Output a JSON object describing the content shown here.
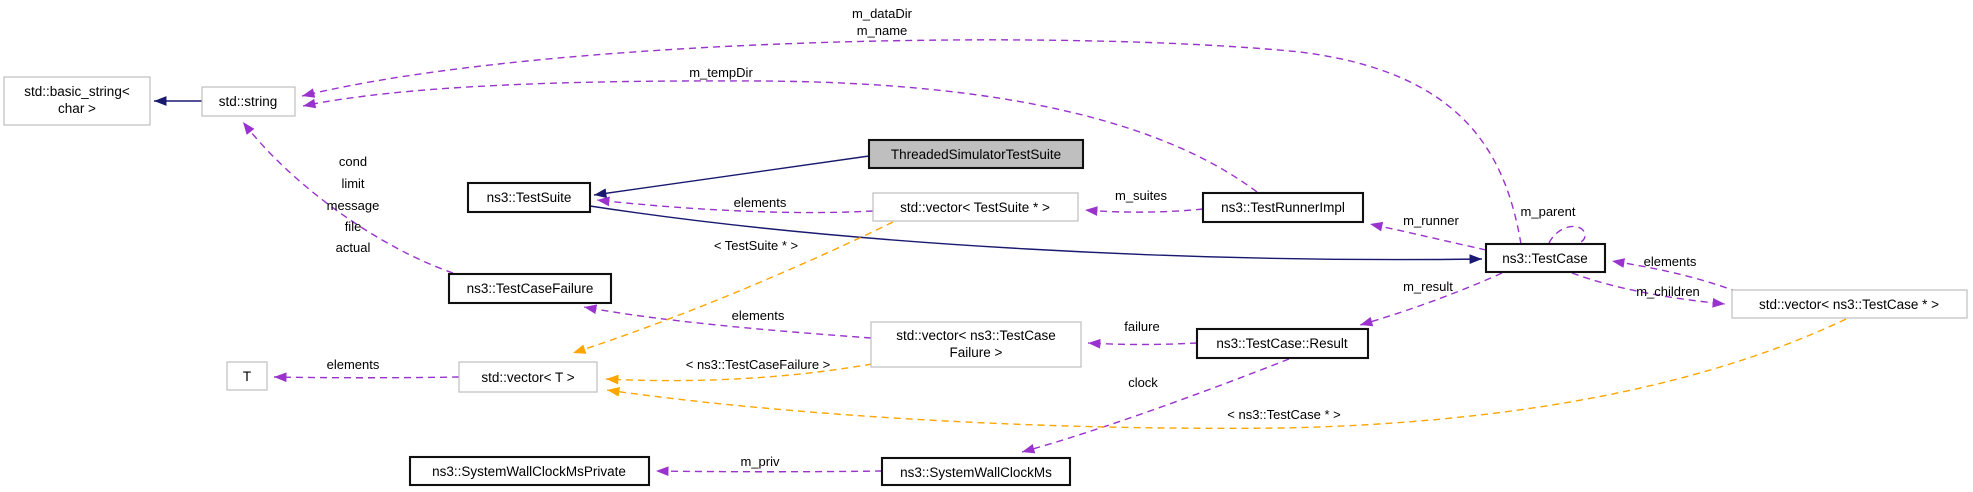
{
  "diagram": {
    "kind": "doxygen-collaboration-graph",
    "focus_class": "ThreadedSimulatorTestSuite",
    "colors": {
      "inheritance_edge": "#191970",
      "usage_edge": "#9a32cd",
      "template_edge": "#ffa500",
      "focus_node_fill": "#bfbfbf",
      "ns3_node_border": "#000000",
      "external_node_border": "#bfbfbf",
      "background": "#ffffff"
    }
  },
  "nodes": {
    "basic_string": {
      "lines": [
        "std::basic_string<",
        "char >"
      ]
    },
    "std_string": {
      "label": "std::string"
    },
    "test_suite": {
      "label": "ns3::TestSuite"
    },
    "threaded_simulator_test_suite": {
      "label": "ThreadedSimulatorTestSuite"
    },
    "vector_test_suite": {
      "label": "std::vector< TestSuite * >"
    },
    "test_runner_impl": {
      "label": "ns3::TestRunnerImpl"
    },
    "test_case": {
      "label": "ns3::TestCase"
    },
    "vector_test_case": {
      "label": "std::vector< ns3::TestCase * >"
    },
    "test_case_failure": {
      "label": "ns3::TestCaseFailure"
    },
    "vector_test_case_failure": {
      "lines": [
        "std::vector< ns3::TestCase",
        "Failure >"
      ]
    },
    "test_case_result": {
      "label": "ns3::TestCase::Result"
    },
    "t": {
      "label": "T"
    },
    "vector_t": {
      "label": "std::vector< T >"
    },
    "system_wall_clock_ms_private": {
      "label": "ns3::SystemWallClockMsPrivate"
    },
    "system_wall_clock_ms": {
      "label": "ns3::SystemWallClockMs"
    }
  },
  "labels": {
    "m_dataDir": "m_dataDir",
    "m_name": "m_name",
    "m_tempDir": "m_tempDir",
    "cond": "cond",
    "limit": "limit",
    "message": "message",
    "file": "file",
    "actual": "actual",
    "elements": "elements",
    "m_suites": "m_suites",
    "m_runner": "m_runner",
    "m_parent": "m_parent",
    "m_children": "m_children",
    "m_result": "m_result",
    "failure": "failure",
    "clock": "clock",
    "m_priv": "m_priv",
    "tmpl_test_suite": "< TestSuite * >",
    "tmpl_test_case_failure": "< ns3::TestCaseFailure >",
    "tmpl_test_case": "< ns3::TestCase * >"
  },
  "edges": [
    {
      "from": "ThreadedSimulatorTestSuite",
      "to": "ns3::TestSuite",
      "kind": "inheritance"
    },
    {
      "from": "ns3::TestSuite",
      "to": "ns3::TestCase",
      "kind": "inheritance"
    },
    {
      "from": "std::string",
      "to": "std::basic_string< char >",
      "kind": "inheritance"
    },
    {
      "from": "ns3::TestCase",
      "to": "std::string",
      "kind": "usage",
      "label": "m_dataDir m_name"
    },
    {
      "from": "ns3::TestRunnerImpl",
      "to": "std::string",
      "kind": "usage",
      "label": "m_tempDir"
    },
    {
      "from": "ns3::TestCaseFailure",
      "to": "std::string",
      "kind": "usage",
      "label": "cond limit message file actual"
    },
    {
      "from": "std::vector< TestSuite * >",
      "to": "ns3::TestSuite",
      "kind": "usage",
      "label": "elements"
    },
    {
      "from": "ns3::TestRunnerImpl",
      "to": "std::vector< TestSuite * >",
      "kind": "usage",
      "label": "m_suites"
    },
    {
      "from": "ns3::TestCase",
      "to": "ns3::TestRunnerImpl",
      "kind": "usage",
      "label": "m_runner"
    },
    {
      "from": "ns3::TestCase",
      "to": "ns3::TestCase",
      "kind": "usage",
      "label": "m_parent"
    },
    {
      "from": "std::vector< ns3::TestCase * >",
      "to": "ns3::TestCase",
      "kind": "usage",
      "label": "elements"
    },
    {
      "from": "ns3::TestCase",
      "to": "std::vector< ns3::TestCase * >",
      "kind": "usage",
      "label": "m_children"
    },
    {
      "from": "ns3::TestCase",
      "to": "ns3::TestCase::Result",
      "kind": "usage",
      "label": "m_result"
    },
    {
      "from": "ns3::TestCase::Result",
      "to": "std::vector< ns3::TestCaseFailure >",
      "kind": "usage",
      "label": "failure"
    },
    {
      "from": "std::vector< ns3::TestCaseFailure >",
      "to": "ns3::TestCaseFailure",
      "kind": "usage",
      "label": "elements"
    },
    {
      "from": "ns3::TestCase::Result",
      "to": "ns3::SystemWallClockMs",
      "kind": "usage",
      "label": "clock"
    },
    {
      "from": "ns3::SystemWallClockMs",
      "to": "ns3::SystemWallClockMsPrivate",
      "kind": "usage",
      "label": "m_priv"
    },
    {
      "from": "std::vector< T >",
      "to": "T",
      "kind": "usage",
      "label": "elements"
    },
    {
      "from": "std::vector< TestSuite * >",
      "to": "std::vector< T >",
      "kind": "template",
      "label": "< TestSuite * >"
    },
    {
      "from": "std::vector< ns3::TestCaseFailure >",
      "to": "std::vector< T >",
      "kind": "template",
      "label": "< ns3::TestCaseFailure >"
    },
    {
      "from": "std::vector< ns3::TestCase * >",
      "to": "std::vector< T >",
      "kind": "template",
      "label": "< ns3::TestCase * >"
    }
  ]
}
